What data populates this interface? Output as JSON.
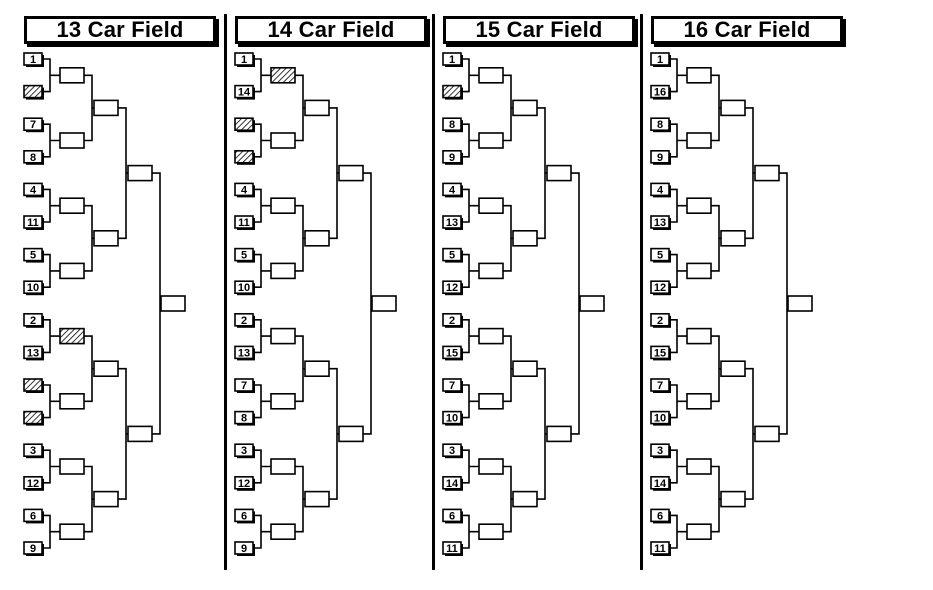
{
  "brackets": [
    {
      "title": "13 Car Field",
      "seeds": [
        "1",
        "",
        "7",
        "8",
        "4",
        "11",
        "5",
        "10",
        "2",
        "13",
        "",
        "",
        "3",
        "12",
        "6",
        "9"
      ],
      "byes": [
        1,
        10,
        11
      ],
      "bye_winners": [
        9
      ]
    },
    {
      "title": "14 Car Field",
      "seeds": [
        "1",
        "14",
        "",
        "",
        "4",
        "11",
        "5",
        "10",
        "2",
        "13",
        "7",
        "8",
        "3",
        "12",
        "6",
        "9"
      ],
      "byes": [
        2,
        3
      ],
      "bye_winners": [
        1
      ]
    },
    {
      "title": "15 Car Field",
      "seeds": [
        "1",
        "",
        "8",
        "9",
        "4",
        "13",
        "5",
        "12",
        "2",
        "15",
        "7",
        "10",
        "3",
        "14",
        "6",
        "11"
      ],
      "byes": [
        1
      ],
      "bye_winners": []
    },
    {
      "title": "16 Car Field",
      "seeds": [
        "1",
        "16",
        "8",
        "9",
        "4",
        "13",
        "5",
        "12",
        "2",
        "15",
        "7",
        "10",
        "3",
        "14",
        "6",
        "11"
      ],
      "byes": [],
      "bye_winners": []
    }
  ]
}
